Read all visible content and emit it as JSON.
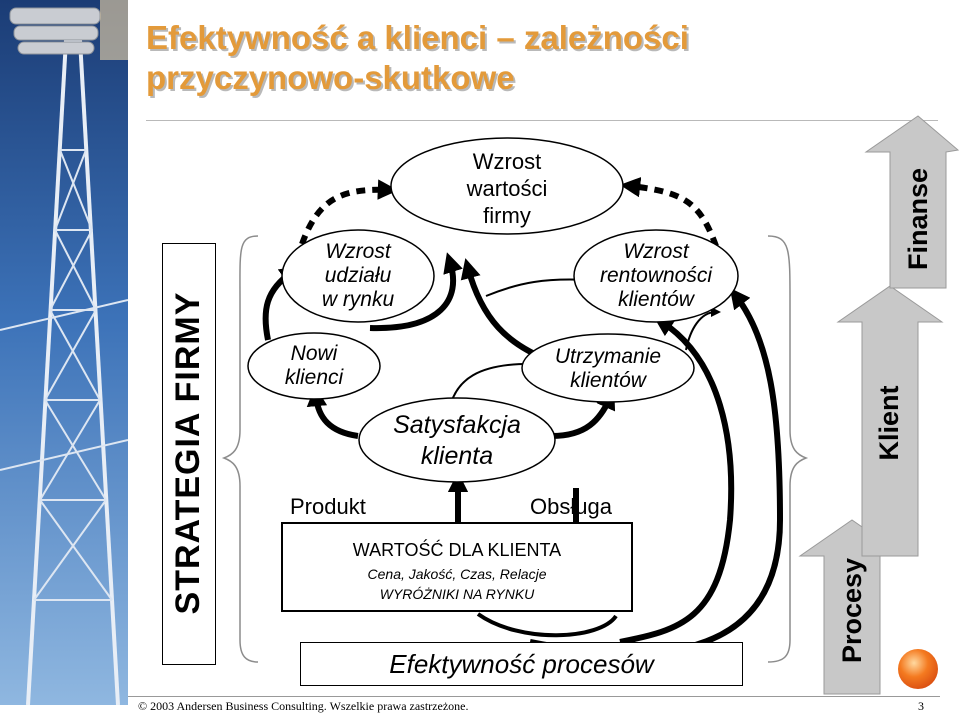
{
  "title": "Efektywność a klienci – zależności przyczynowo-skutkowe",
  "strategy_label": "STRATEGIA FIRMY",
  "nodes": {
    "firm_value": [
      "Wzrost",
      "wartości",
      "firmy"
    ],
    "market_share": [
      "Wzrost",
      "udziału",
      "w rynku"
    ],
    "profitability": [
      "Wzrost",
      "rentowności",
      "klientów"
    ],
    "new_customers": [
      "Nowi",
      "klienci"
    ],
    "retention": [
      "Utrzymanie",
      "klientów"
    ],
    "satisfaction": [
      "Satysfakcja",
      "klienta"
    ]
  },
  "product_label": "Produkt",
  "service_label": "Obsługa",
  "value_box": {
    "title": "WARTOŚĆ DLA KLIENTA",
    "subtitle": "Cena, Jakość, Czas, Relacje",
    "subtitle2": "WYRÓŻNIKI NA RYNKU"
  },
  "process_efficiency": "Efektywność procesów",
  "stair_arrows": [
    "Procesy",
    "Klient",
    "Finanse"
  ],
  "footer": "© 2003 Andersen Business Consulting. Wszelkie prawa zastrzeżone.",
  "page_number": "3",
  "colors": {
    "title": "#e39a3a",
    "arrow_fill": "#c8c8c8",
    "logo": "#f47a20"
  }
}
